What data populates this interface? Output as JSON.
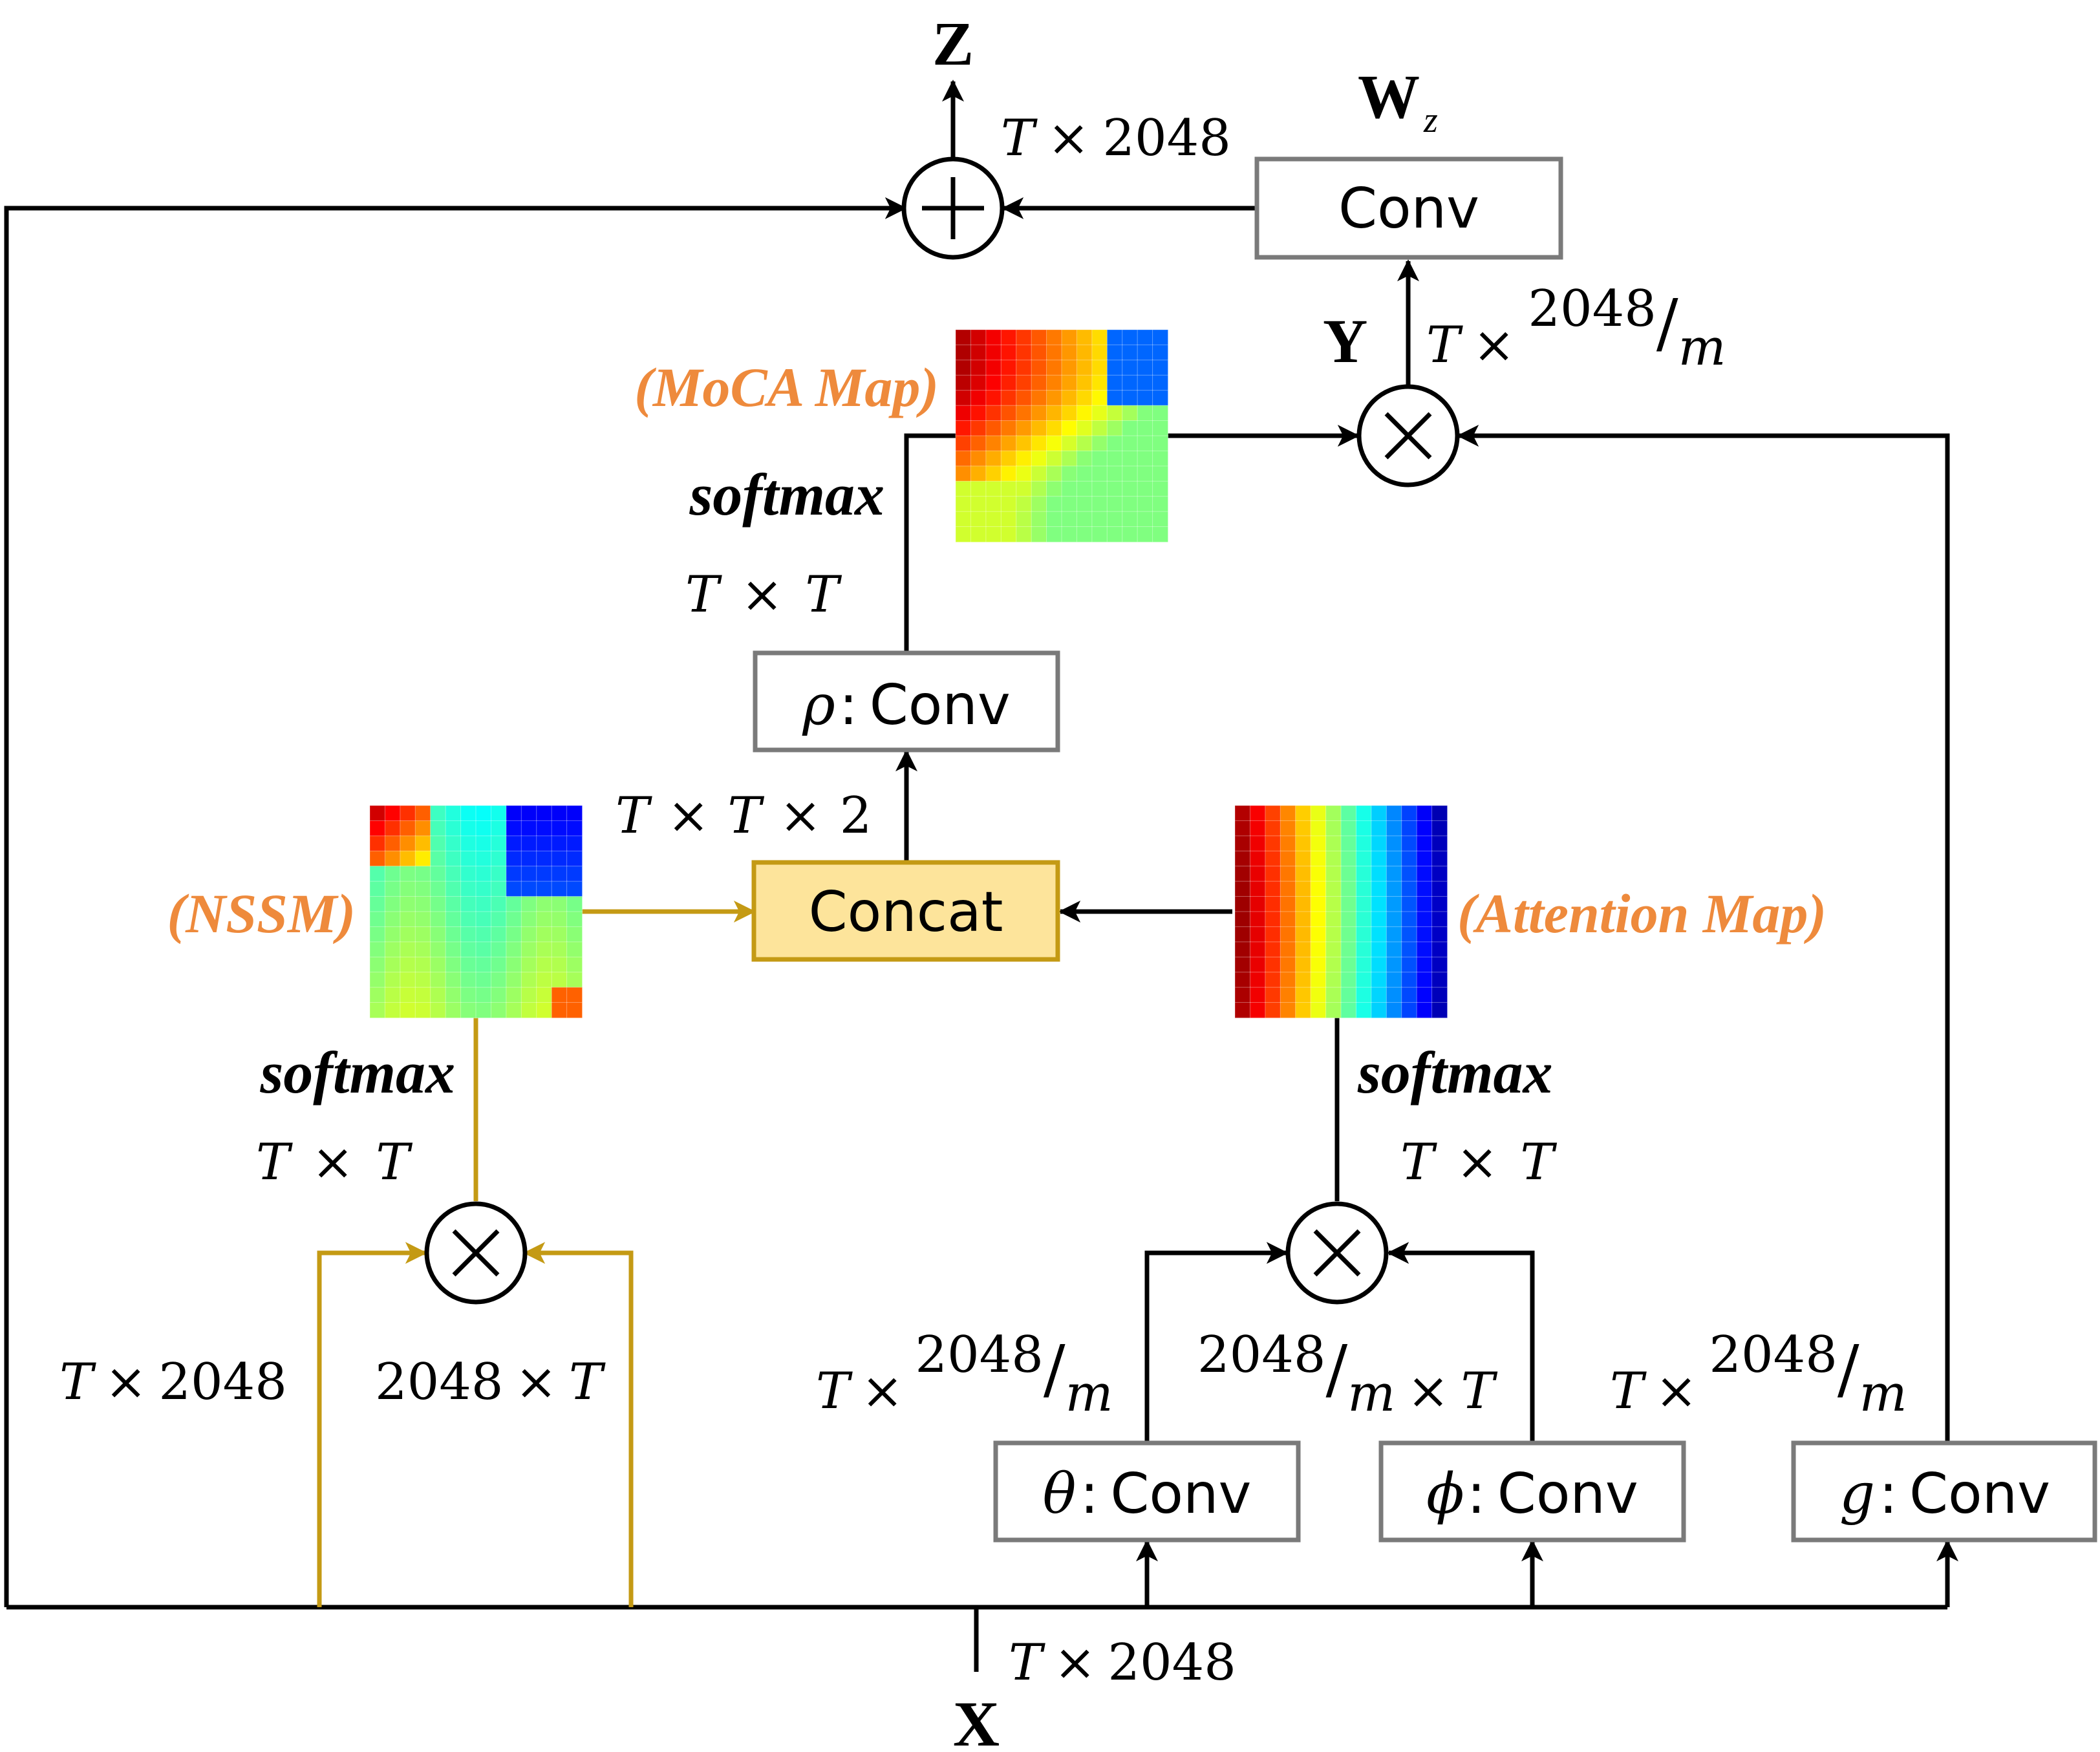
{
  "labels": {
    "z": "Z",
    "wz_main": "W",
    "wz_sub": "z",
    "y": "Y",
    "x": "X",
    "moca_map": "(MoCA Map)",
    "nssm": "(NSSM)",
    "attention_map": "(Attention Map)",
    "softmax": "softmax",
    "plus": "+",
    "times": "×"
  },
  "boxes": {
    "wz_conv": "Conv",
    "rho_conv": "Conv",
    "rho_symbol": "ρ",
    "concat": "Concat",
    "theta_conv": "Conv",
    "theta_symbol": "θ",
    "phi_conv": "Conv",
    "phi_symbol": "ϕ",
    "g_conv": "Conv",
    "g_symbol": "g",
    "colon": ":"
  },
  "dims": {
    "T": "T",
    "x_sym": "×",
    "n2048": "2048",
    "m": "m",
    "two": "2",
    "slash": "/"
  },
  "colors": {
    "accent_orange": "#ee8a3c",
    "gold_line": "#c49a14",
    "concat_fill": "#fde49b",
    "box_border": "#7a7a7a",
    "line": "#000000"
  },
  "maps": {
    "moca_colormap": "jet",
    "nssm_colormap": "jet",
    "attention_colormap": "jet",
    "grid": 14
  }
}
